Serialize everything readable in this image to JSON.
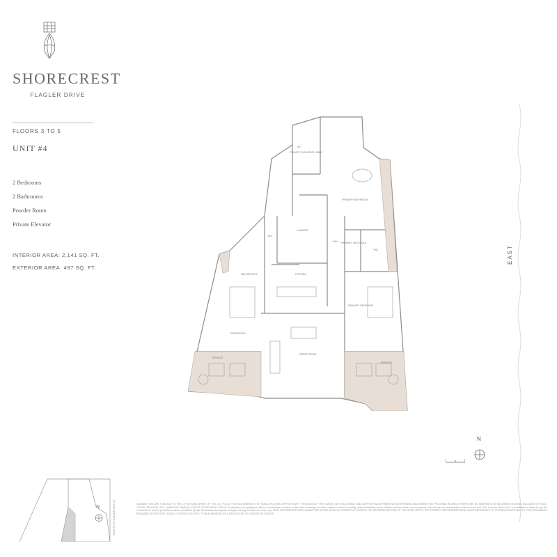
{
  "brand": {
    "name": "SHORECREST",
    "subtitle": "FLAGLER DRIVE"
  },
  "unit": {
    "floors": "FLOORS 3 TO 5",
    "title": "UNIT #4",
    "features": [
      "2 Bedrooms",
      "2 Bathrooms",
      "Powder Room",
      "Private Elevator"
    ],
    "interior_area": "INTERIOR AREA: 2,141 SQ. FT.",
    "exterior_area": "EXTERIOR AREA: 497 SQ. FT."
  },
  "rooms": {
    "elevator_lobby": "PRIVATE ELEVATOR LOBBY",
    "walk_in_closet": "WIC",
    "laundry": "LAUNDRY",
    "hall": "HALL",
    "bathroom_2": "BATHROOM 2",
    "kitchen": "KITCHEN",
    "primary_bathroom": "PRIMARY BATHROOM",
    "primary_vestibule": "PRIMARY VESTIBULE",
    "primary_bedroom": "PRIMARY BEDROOM",
    "bedroom_2": "BEDROOM 2",
    "great_room": "GREAT ROOM",
    "terrace": "TERRACE",
    "ac": "A/C",
    "wic_2": "WIC"
  },
  "compass": {
    "north": "N"
  },
  "orientation": {
    "east": "EAST"
  },
  "keyplan": {
    "north": "N",
    "street": "NORTH FLAGLER DRIVE"
  },
  "disclaimer": "Disclaimer: WE ARE PLEDGED TO THE LETTER AND SPIRIT OF THE U.S. POLICY FOR ACHIEVEMENT OF EQUAL HOUSING OPPORTUNITY THROUGHOUT THE NATION. WE ENCOURAGE AND SUPPORT AN AFFIRMATIVE ADVERTISING AND MARKETING PROGRAM IN WHICH THERE ARE NO BARRIERS TO OBTAINING HOUSING BECAUSE OF RACE, COLOR, RELIGION, SEX, HANDICAP, FAMILIAL STATUS OR NATIONAL ORIGIN. All depictions of appliances, fixtures, furnishings, counters, soffits, floor coverings and other matters of detail, including, without limitation, items of finish and decoration, are conceptual only and are not necessarily included in each Unit. This is not an offer to sell, or solicitation of offers to buy, the condominium units in jurisdictions where prohibited by law. Dimensions and square footages are approximate and may vary. ORAL REPRESENTATIONS CANNOT BE RELIED UPON AS CORRECTLY STATING THE REPRESENTATIONS OF THE DEVELOPER. FOR CORRECT REPRESENTATIONS, MAKE REFERENCE TO THIS BROCHURE AND TO THE DOCUMENTS REQUIRED BY SECTION 718.503, FLORIDA STATUTES, TO BE FURNISHED BY A DEVELOPER TO A BUYER OR LESSEE."
}
